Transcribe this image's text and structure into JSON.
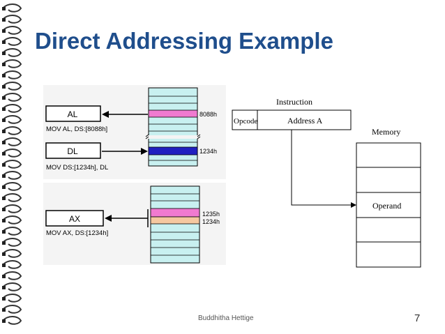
{
  "slide": {
    "title": "Direct Addressing Example",
    "author": "Buddhitha Hettige",
    "page_number": "7"
  },
  "example1": {
    "reg1_label": "AL",
    "instr1": "MOV  AL,  DS:[8088h]",
    "addr1": "8088h",
    "reg2_label": "DL",
    "instr2": "MOV  DS:[1234h], DL",
    "addr2": "1234h"
  },
  "example2": {
    "reg_label": "AX",
    "instr": "MOV  AX,  DS:[1234h]",
    "addr_high": "1235h",
    "addr_low": "1234h"
  },
  "schematic": {
    "instruction_label": "Instruction",
    "opcode_label": "Opcode",
    "address_label": "Address A",
    "memory_label": "Memory",
    "operand_label": "Operand"
  },
  "colors": {
    "title": "#1f4e8c",
    "memory_cell": "#c8f0f0",
    "highlight_pink": "#f07ad0",
    "highlight_blue": "#2020c0",
    "highlight_peach": "#f5c8a0"
  }
}
